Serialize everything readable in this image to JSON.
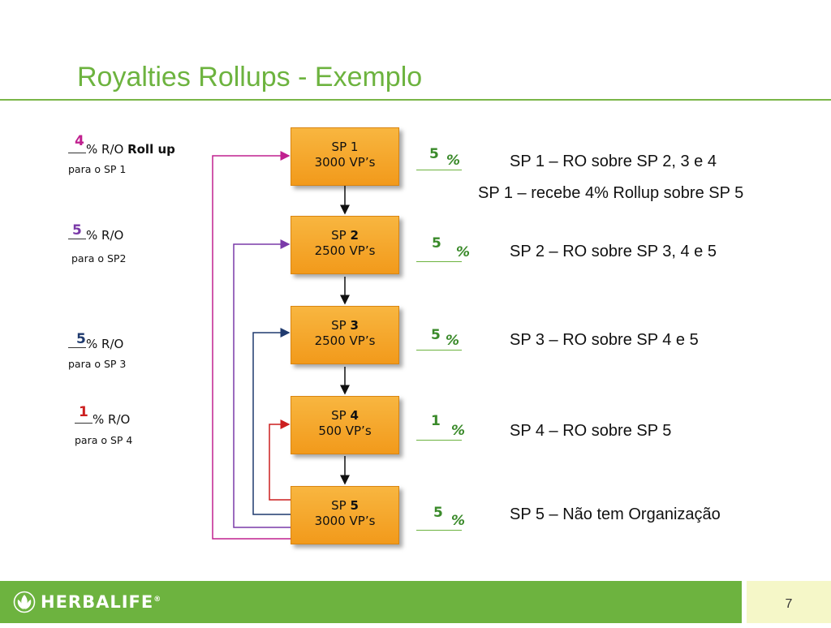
{
  "title": "Royalties Rollups - Exemplo",
  "boxes": [
    {
      "prefix": "SP ",
      "num": "1",
      "vp": "3000 VP’s"
    },
    {
      "prefix": "SP ",
      "num": "2",
      "vp": "2500 VP’s"
    },
    {
      "prefix": "SP ",
      "num": "3",
      "vp": "2500 VP’s"
    },
    {
      "prefix": "SP ",
      "num": "4",
      "vp": "500 VP’s"
    },
    {
      "prefix": "SP ",
      "num": "5",
      "vp": "3000 VP’s"
    }
  ],
  "left_labels": [
    {
      "value": "4",
      "color": "#c0208f",
      "text": "% R/O ",
      "bold": "Roll up",
      "sub": "para o SP 1"
    },
    {
      "value": "5",
      "color": "#7a3aa8",
      "text": "% R/O",
      "bold": "",
      "sub": "para o SP2"
    },
    {
      "value": "5",
      "color": "#1f3a6e",
      "text": "% R/O",
      "bold": "",
      "sub": "para o SP 3"
    },
    {
      "value": "1",
      "color": "#cc1f1f",
      "text": "% R/O",
      "bold": "",
      "sub": "para o SP 4"
    }
  ],
  "percentages": [
    {
      "value": "5",
      "symbol": "%"
    },
    {
      "value": "5",
      "symbol": "%"
    },
    {
      "value": "5",
      "symbol": "%"
    },
    {
      "value": "1",
      "symbol": "%"
    },
    {
      "value": "5",
      "symbol": "%"
    }
  ],
  "descriptions": [
    "SP 1 – RO sobre SP 2, 3 e 4",
    "SP 1 – recebe 4% Rollup sobre SP 5",
    "SP 2 – RO sobre SP 3, 4 e 5",
    "SP 3 – RO sobre SP 4 e 5",
    "SP 4 – RO sobre SP 5",
    "SP 5 – Não tem Organização"
  ],
  "footer": {
    "brand": "HERBALIFE",
    "mark": "®",
    "page": "7"
  },
  "colors": {
    "green": "#6db33f",
    "magenta": "#c0208f",
    "purple": "#7a3aa8",
    "navy": "#1f3a6e",
    "red": "#cc1f1f"
  }
}
